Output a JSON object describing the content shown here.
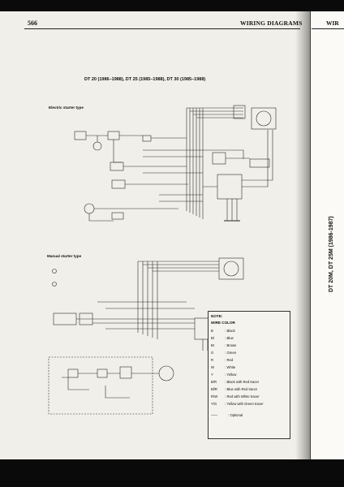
{
  "page_number": "566",
  "header_left": "WIRING DIAGRAMS",
  "header_right": "WIR",
  "vertical_title": "DT 20M, DT 25M (1986-1987)",
  "main_title": "DT 20 (1986–1988), DT 25 (1985–1988), DT 30 (1985–1988)",
  "sections": {
    "electric": "Electric starter type",
    "manual": "Manual starter type"
  },
  "legend": {
    "heading": "NOTE:",
    "subheading": "WIRE COLOR",
    "items": [
      {
        "code": "B",
        "name": "Black"
      },
      {
        "code": "Bl",
        "name": "Blue"
      },
      {
        "code": "Br",
        "name": "Brown"
      },
      {
        "code": "G",
        "name": "Green"
      },
      {
        "code": "R",
        "name": "Red"
      },
      {
        "code": "W",
        "name": "White"
      },
      {
        "code": "Y",
        "name": "Yellow"
      },
      {
        "code": "B/R",
        "name": "Black with Red tracer"
      },
      {
        "code": "Bl/R",
        "name": "Blue with Red tracer"
      },
      {
        "code": "R/W",
        "name": "Red with White tracer"
      },
      {
        "code": "Y/G",
        "name": "Yellow with Green tracer"
      }
    ],
    "optional_symbol": "-------",
    "optional_label": "Optional"
  },
  "colors": {
    "paper": "#f1efe9",
    "ink": "#222222",
    "frame": "#0a0a0a"
  }
}
